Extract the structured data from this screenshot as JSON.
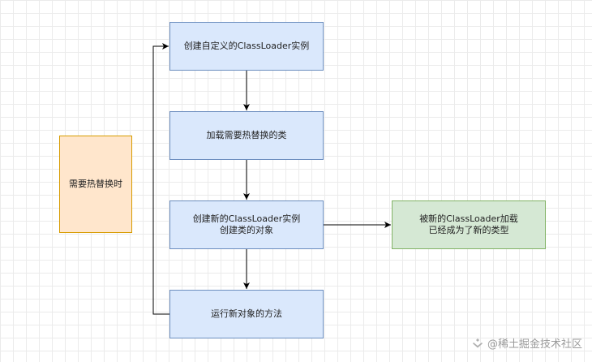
{
  "nodes": {
    "trigger": "需要热替换时",
    "step1": "创建自定义的ClassLoader实例",
    "step2": "加载需要热替换的类",
    "step3_line1": "创建新的ClassLoader实例",
    "step3_line2": "创建类的对象",
    "step4": "运行新对象的方法",
    "result_line1": "被新的ClassLoader加载",
    "result_line2": "已经成为了新的类型"
  },
  "watermark": "@稀土掘金技术社区",
  "colors": {
    "blue_fill": "#dae8fc",
    "blue_stroke": "#6c8ebf",
    "orange_fill": "#ffe6cc",
    "orange_stroke": "#d79b00",
    "green_fill": "#d5e8d4",
    "green_stroke": "#82b366",
    "edge": "#000000"
  }
}
